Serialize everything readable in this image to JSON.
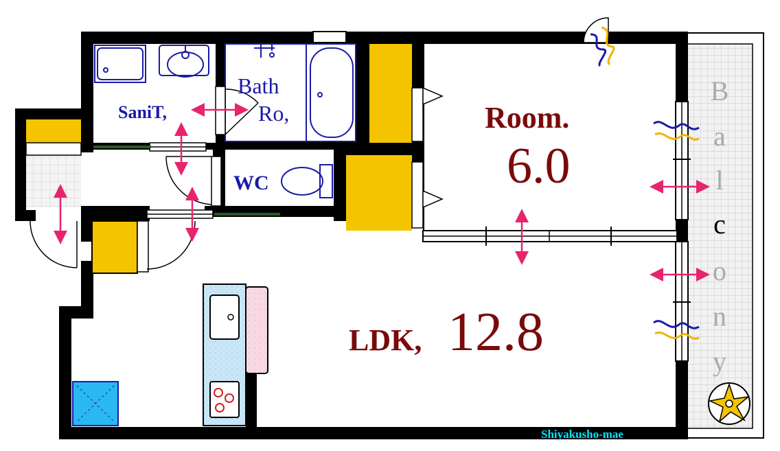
{
  "labels": {
    "sanitary": "SaniT,",
    "bath_line1": "Bath",
    "bath_line2": "Ro,",
    "wc": "WC",
    "room_line1": "Room.",
    "room_size": "6.0",
    "ldk_prefix": "LDK,",
    "ldk_size": "12.8",
    "balcony_letters": [
      "B",
      "a",
      "l",
      "c",
      "o",
      "n",
      "y"
    ],
    "footer": "Shiyakusho-mae"
  },
  "colors": {
    "wall": "#000000",
    "storage": "#f5c400",
    "room_text": "#7a0a0a",
    "fixture_text": "#1a1aa8",
    "arrow": "#e8246e",
    "fridge": "#2ab8f0",
    "footer_text": "#00e5ff",
    "window_blue": "#1a1aa8",
    "window_yellow": "#f0b400",
    "balcony_grid": "#cccccc"
  },
  "icons": {
    "arrows": "double-arrow-icon",
    "windows": "window-wave-icon",
    "drain": "drain-star-icon"
  }
}
